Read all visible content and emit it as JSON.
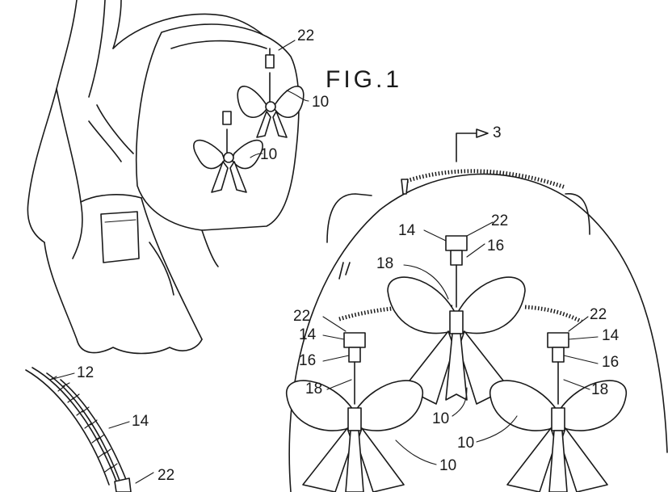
{
  "figure": {
    "title": "FIG.1",
    "labels": {
      "l22_top": "22",
      "l10_top": "10",
      "l10_mid": "10",
      "l3": "3",
      "l14_center": "14",
      "l22_center": "22",
      "l16_center": "16",
      "l18_center": "18",
      "l22_left": "22",
      "l14_left": "14",
      "l16_left": "16",
      "l18_left": "18",
      "l22_right": "22",
      "l14_right": "14",
      "l16_right": "16",
      "l18_right": "18",
      "l10_center": "10",
      "l10_right": "10",
      "l10_left": "10",
      "l12_detail": "12",
      "l14_detail": "14",
      "l22_detail": "22"
    }
  }
}
